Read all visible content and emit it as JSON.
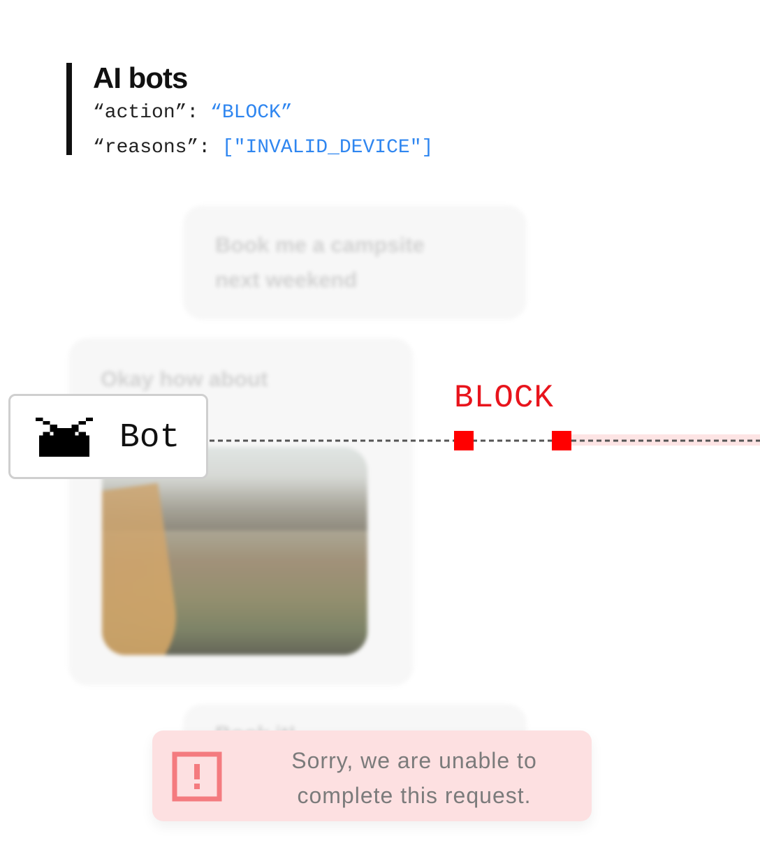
{
  "header": {
    "title": "AI bots",
    "lines": [
      {
        "key": "“action”: ",
        "value": "“BLOCK”"
      },
      {
        "key": "“reasons”: ",
        "value": "[\"INVALID_DEVICE\"]"
      }
    ]
  },
  "chat": {
    "messages": [
      {
        "text_line1": "Book me a campsite",
        "text_line2": "next weekend"
      },
      {
        "text_line1": "Okay how about"
      },
      {
        "text_line1": "Book it!"
      }
    ]
  },
  "bot": {
    "label": "Bot",
    "icon": "bot-icon"
  },
  "flow": {
    "decision_label": "BLOCK",
    "decision_color": "#e8141c",
    "blocked_path_color": "#fde4e4"
  },
  "toast": {
    "icon": "alert-icon",
    "message_line1": "Sorry, we are unable to",
    "message_line2": "complete this request.",
    "accent": "#f47b7f"
  }
}
